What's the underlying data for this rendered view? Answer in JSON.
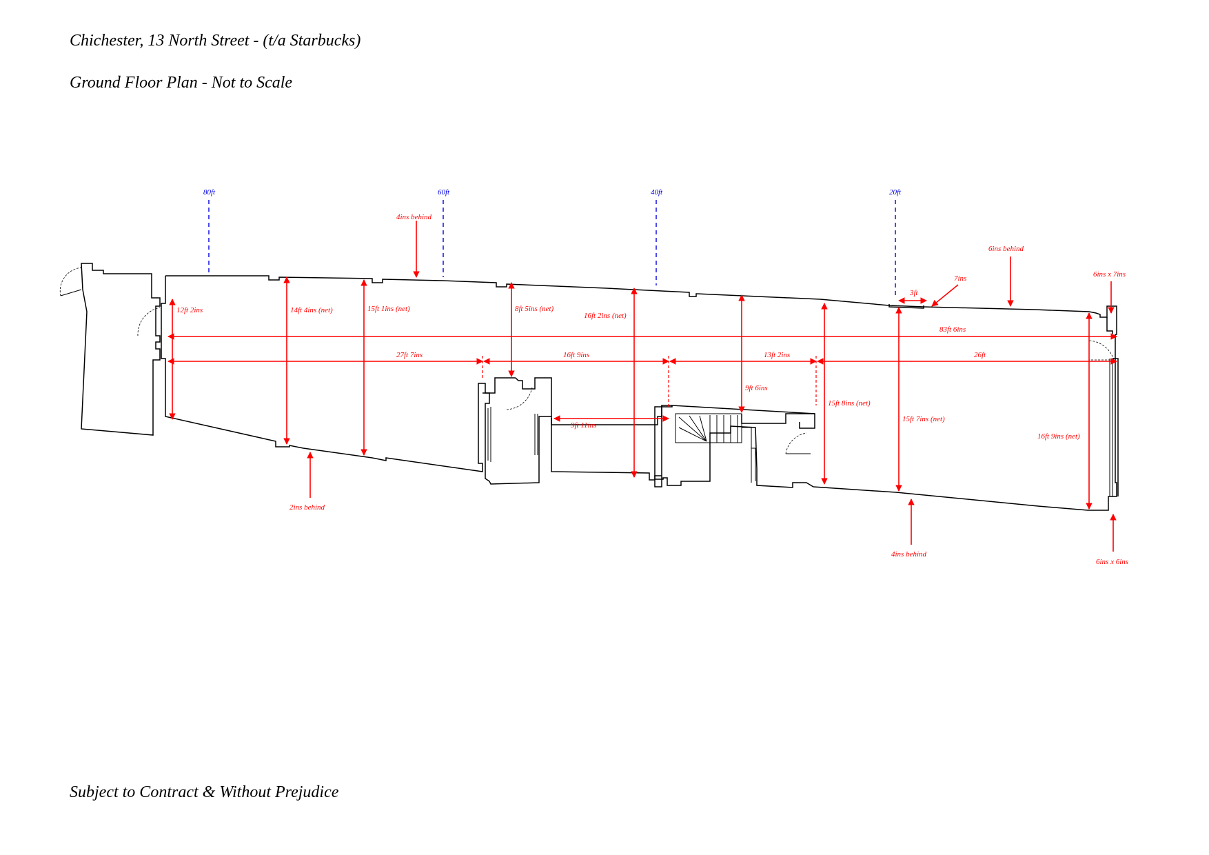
{
  "header": {
    "title": "Chichester, 13 North Street - (t/a Starbucks)",
    "subtitle": "Ground Floor Plan - Not to Scale"
  },
  "footer": {
    "text": "Subject to Contract & Without Prejudice"
  },
  "colors": {
    "dimension": "#ff0000",
    "distance_marker": "#0000dd",
    "walls": "#000000"
  },
  "distance_markers": [
    "80ft",
    "60ft",
    "40ft",
    "20ft"
  ],
  "dimensions": {
    "overall_length": "83ft 6ins",
    "segment_1": "27ft 7ins",
    "segment_2": "16ft 9ins",
    "segment_3": "13ft 2ins",
    "segment_4": "26ft",
    "width_rear": "12ft 2ins",
    "width_1": "14ft 4ins (net)",
    "width_2": "15ft 1ins (net)",
    "width_3": "8ft 5ins (net)",
    "width_4": "16ft 2ins (net)",
    "width_5": "9ft 6ins",
    "width_6": "15ft 8ins (net)",
    "width_7": "15ft 7ins (net)",
    "width_front": "16ft 9ins (net)",
    "internal_width": "9ft 11ins",
    "recess_width": "3ft",
    "recess_depth": "7ins"
  },
  "notes": {
    "top_left": "4ins behind",
    "top_right": "6ins behind",
    "top_corner": "6ins x 7ins",
    "bottom_left": "2ins behind",
    "bottom_right": "4ins behind",
    "bottom_corner": "6ins x 6ins"
  }
}
